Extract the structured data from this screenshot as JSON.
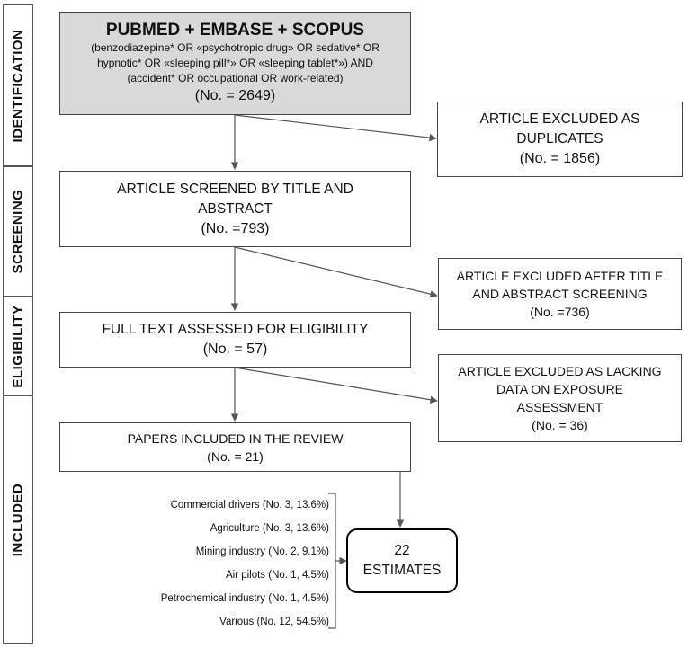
{
  "stages": {
    "identification": "IDENTIFICATION",
    "screening": "SCREENING",
    "eligibility": "ELIGIBILITY",
    "included": "INCLUDED"
  },
  "search": {
    "title": "PUBMED + EMBASE + SCOPUS",
    "query_1": "(benzodiazepine* OR «psychotropic drug» OR sedative* OR",
    "query_2": "hypnotic* OR «sleeping pill*» OR «sleeping tablet*») AND",
    "query_3": "(accident* OR occupational OR work-related)",
    "count": "(No. = 2649)"
  },
  "duplicates": {
    "line_1": "ARTICLE EXCLUDED AS",
    "line_2": "DUPLICATES",
    "count": "(No. = 1856)"
  },
  "screened": {
    "line_1": "ARTICLE SCREENED BY TITLE AND",
    "line_2": "ABSTRACT",
    "count": "(No. =793)"
  },
  "excluded_screening": {
    "line_1": "ARTICLE EXCLUDED AFTER TITLE",
    "line_2": "AND ABSTRACT SCREENING",
    "count": "(No. =736)"
  },
  "fulltext": {
    "line_1": "FULL TEXT ASSESSED FOR ELIGIBILITY",
    "count": "(No. = 57)"
  },
  "excluded_exposure": {
    "line_1": "ARTICLE EXCLUDED AS LACKING",
    "line_2": "DATA ON EXPOSURE",
    "line_3": "ASSESSMENT",
    "count": "(No. = 36)"
  },
  "included_papers": {
    "line_1": "PAPERS INCLUDED IN THE REVIEW",
    "count": "(No. = 21)"
  },
  "sectors": [
    "Commercial drivers (No. 3, 13.6%)",
    "Agriculture (No. 3, 13.6%)",
    "Mining industry (No. 2, 9.1%)",
    "Air pilots (No. 1, 4.5%)",
    "Petrochemical industry (No. 1, 4.5%)",
    "Various (No. 12, 54.5%)"
  ],
  "estimates": {
    "line_1": "22",
    "line_2": "ESTIMATES"
  }
}
